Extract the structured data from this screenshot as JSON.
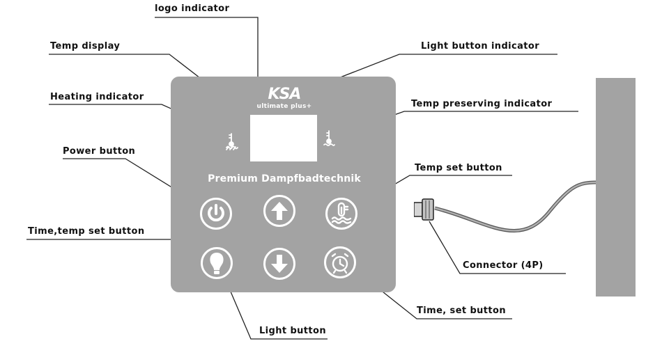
{
  "device": {
    "brand": "KSA",
    "model": "ultimate plus+",
    "panel_text": "Premium Dampfbadtechnik"
  },
  "callouts": {
    "logo_indicator": "logo indicator",
    "temp_display": "Temp display",
    "light_button_indicator": "Light button indicator",
    "heating_indicator": "Heating indicator",
    "temp_preserving_indicator": "Temp preserving indicator",
    "power_button": "Power button",
    "temp_set_button": "Temp set button",
    "time_temp_set_button": "Time,temp set button",
    "connector": "Connector (4P)",
    "time_set_button": "Time, set button",
    "light_button": "Light button"
  },
  "icons": {
    "power": "power-icon",
    "up": "arrow-up-icon",
    "down": "arrow-down-icon",
    "temp_set": "thermometer-water-icon",
    "light": "light-bulb-icon",
    "timer": "alarm-clock-icon",
    "heating": "heating-icon",
    "preserving": "temp-preserving-icon"
  },
  "colors": {
    "panel": "#a3a3a3",
    "panel_text": "#ffffff",
    "labels": "#111111",
    "leader_lines": "#222222"
  }
}
